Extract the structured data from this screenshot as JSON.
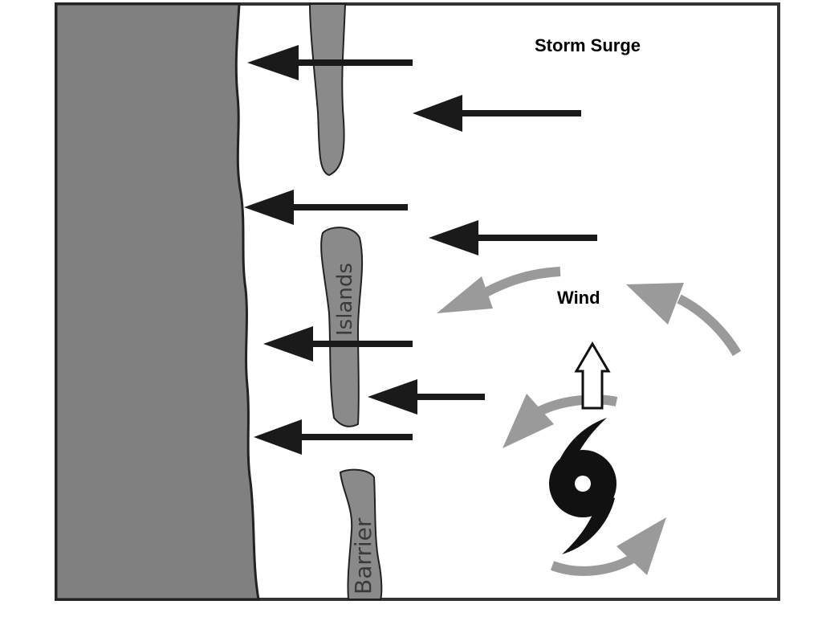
{
  "diagram": {
    "title": "Storm Surge",
    "wind_label": "Wind",
    "island_label_1": "Islands",
    "island_label_2": "Barrier",
    "colors": {
      "land": "#808080",
      "water": "#ffffff",
      "surge_arrow": "#1a1a1a",
      "wind_arrow": "#9a9a9a",
      "frame": "#333333"
    },
    "icons": [
      "hurricane-symbol-icon",
      "storm-motion-arrow-icon"
    ]
  }
}
